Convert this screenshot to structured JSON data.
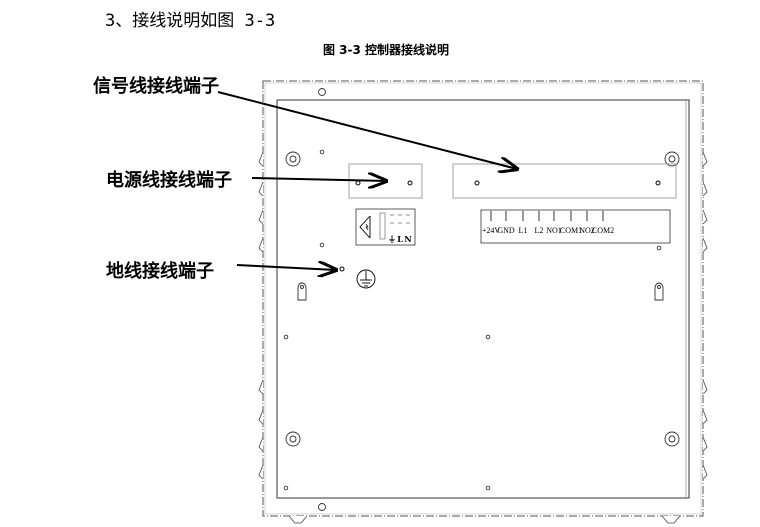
{
  "heading": "3、接线说明如图 3-3",
  "caption": "图 3-3 控制器接线说明",
  "labels": {
    "signal": "信号线接线端子",
    "power": "电源线接线端子",
    "ground": "地线接线端子"
  },
  "terminals": [
    "+24V",
    "GND",
    "L1",
    "L2",
    "NO1",
    "COM1",
    "NO2",
    "COM2"
  ],
  "power_symbols": [
    "⏚",
    "L",
    "N"
  ]
}
